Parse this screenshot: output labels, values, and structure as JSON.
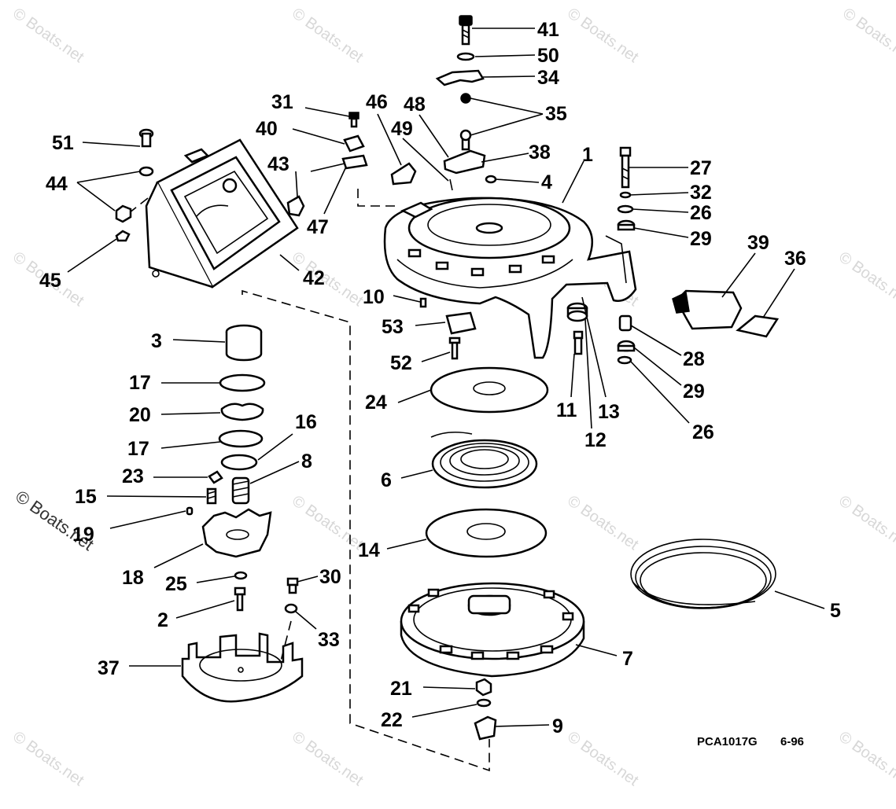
{
  "diagram": {
    "drawing_code": "PCA1017G",
    "drawing_date": "6-96",
    "watermark": "© Boats.net",
    "callouts": [
      {
        "id": "c41",
        "text": "41"
      },
      {
        "id": "c50",
        "text": "50"
      },
      {
        "id": "c34",
        "text": "34"
      },
      {
        "id": "c35",
        "text": "35"
      },
      {
        "id": "c31",
        "text": "31"
      },
      {
        "id": "c46",
        "text": "46"
      },
      {
        "id": "c48",
        "text": "48"
      },
      {
        "id": "c40",
        "text": "40"
      },
      {
        "id": "c49",
        "text": "49"
      },
      {
        "id": "c38",
        "text": "38"
      },
      {
        "id": "c51",
        "text": "51"
      },
      {
        "id": "c43",
        "text": "43"
      },
      {
        "id": "c1",
        "text": "1"
      },
      {
        "id": "c27",
        "text": "27"
      },
      {
        "id": "c44",
        "text": "44"
      },
      {
        "id": "c4",
        "text": "4"
      },
      {
        "id": "c32",
        "text": "32"
      },
      {
        "id": "c47",
        "text": "47"
      },
      {
        "id": "c26a",
        "text": "26"
      },
      {
        "id": "c29a",
        "text": "29"
      },
      {
        "id": "c39",
        "text": "39"
      },
      {
        "id": "c36",
        "text": "36"
      },
      {
        "id": "c45",
        "text": "45"
      },
      {
        "id": "c42",
        "text": "42"
      },
      {
        "id": "c10",
        "text": "10"
      },
      {
        "id": "c53",
        "text": "53"
      },
      {
        "id": "c3",
        "text": "3"
      },
      {
        "id": "c28",
        "text": "28"
      },
      {
        "id": "c52",
        "text": "52"
      },
      {
        "id": "c29b",
        "text": "29"
      },
      {
        "id": "c17a",
        "text": "17"
      },
      {
        "id": "c24",
        "text": "24"
      },
      {
        "id": "c11",
        "text": "11"
      },
      {
        "id": "c13",
        "text": "13"
      },
      {
        "id": "c20",
        "text": "20"
      },
      {
        "id": "c16",
        "text": "16"
      },
      {
        "id": "c26b",
        "text": "26"
      },
      {
        "id": "c12",
        "text": "12"
      },
      {
        "id": "c17b",
        "text": "17"
      },
      {
        "id": "c8",
        "text": "8"
      },
      {
        "id": "c6",
        "text": "6"
      },
      {
        "id": "c23",
        "text": "23"
      },
      {
        "id": "c15",
        "text": "15"
      },
      {
        "id": "c19",
        "text": "19"
      },
      {
        "id": "c14",
        "text": "14"
      },
      {
        "id": "c18",
        "text": "18"
      },
      {
        "id": "c30",
        "text": "30"
      },
      {
        "id": "c25",
        "text": "25"
      },
      {
        "id": "c5",
        "text": "5"
      },
      {
        "id": "c2",
        "text": "2"
      },
      {
        "id": "c33",
        "text": "33"
      },
      {
        "id": "c7",
        "text": "7"
      },
      {
        "id": "c37",
        "text": "37"
      },
      {
        "id": "c21",
        "text": "21"
      },
      {
        "id": "c22",
        "text": "22"
      },
      {
        "id": "c9",
        "text": "9"
      }
    ]
  }
}
